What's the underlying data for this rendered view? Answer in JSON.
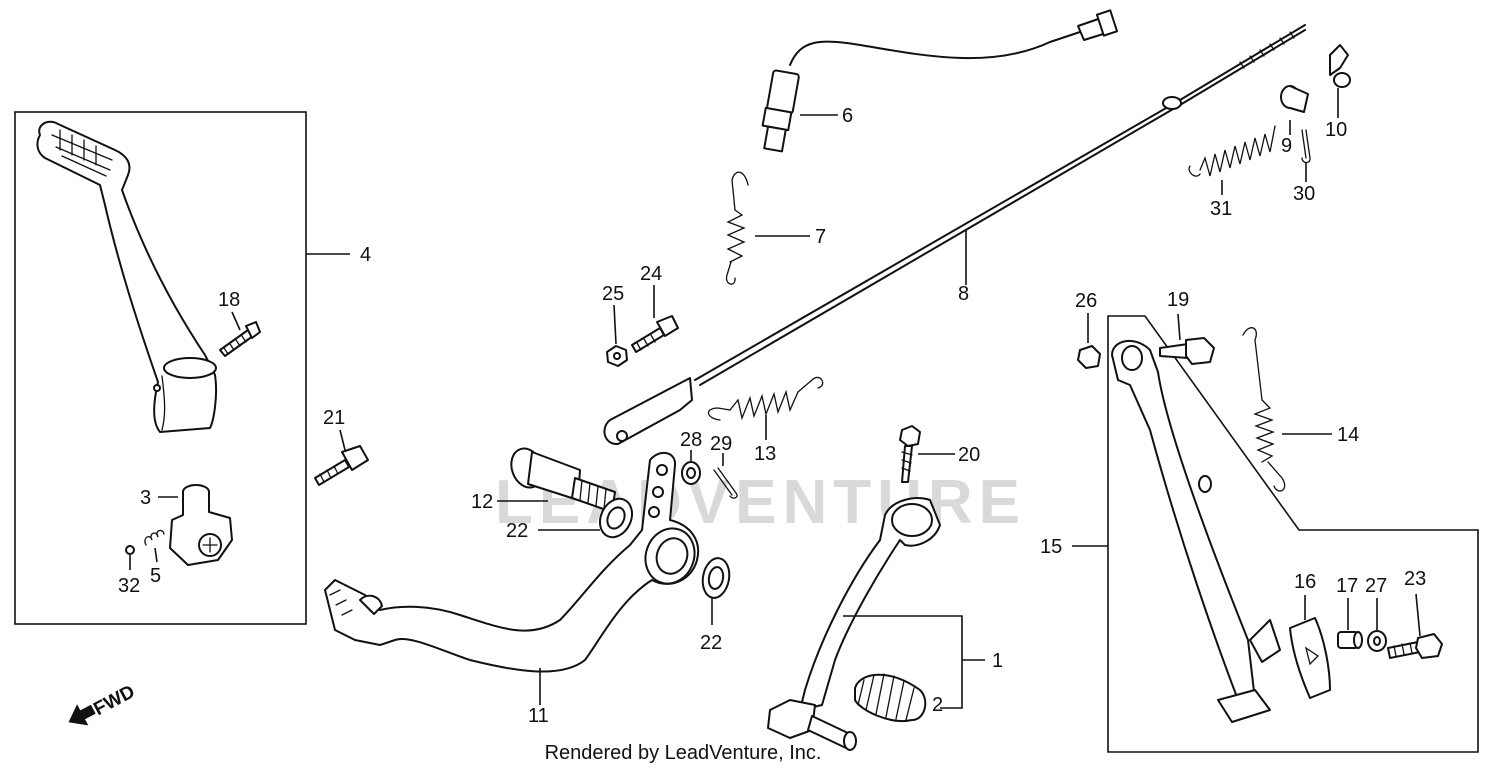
{
  "watermark": "LEADVENTURE",
  "credit": "Rendered by LeadVenture, Inc.",
  "direction_label": "FWD",
  "callouts": {
    "c1": "1",
    "c2": "2",
    "c3": "3",
    "c4": "4",
    "c5": "5",
    "c6": "6",
    "c7": "7",
    "c8": "8",
    "c9": "9",
    "c10": "10",
    "c11": "11",
    "c12": "12",
    "c13": "13",
    "c14": "14",
    "c15": "15",
    "c16": "16",
    "c17": "17",
    "c18": "18",
    "c19": "19",
    "c20": "20",
    "c21": "21",
    "c22a": "22",
    "c22b": "22",
    "c23": "23",
    "c24": "24",
    "c25": "25",
    "c26": "26",
    "c27": "27",
    "c28": "28",
    "c29": "29",
    "c30": "30",
    "c31": "31",
    "c32": "32"
  },
  "parts": [
    {
      "ref": "1",
      "name": "brake pedal (gear change / kick pedal assembly)"
    },
    {
      "ref": "2",
      "name": "pedal rubber"
    },
    {
      "ref": "3",
      "name": "kick arm joint"
    },
    {
      "ref": "4",
      "name": "kickstarter arm assembly"
    },
    {
      "ref": "5",
      "name": "spring"
    },
    {
      "ref": "6",
      "name": "switch"
    },
    {
      "ref": "7",
      "name": "spring"
    },
    {
      "ref": "8",
      "name": "rod"
    },
    {
      "ref": "9",
      "name": "joint"
    },
    {
      "ref": "10",
      "name": "nut"
    },
    {
      "ref": "11",
      "name": "brake pedal"
    },
    {
      "ref": "12",
      "name": "bolt"
    },
    {
      "ref": "13",
      "name": "spring"
    },
    {
      "ref": "14",
      "name": "spring"
    },
    {
      "ref": "15",
      "name": "side stand assembly"
    },
    {
      "ref": "16",
      "name": "rubber"
    },
    {
      "ref": "17",
      "name": "collar"
    },
    {
      "ref": "18",
      "name": "bolt"
    },
    {
      "ref": "19",
      "name": "bolt"
    },
    {
      "ref": "20",
      "name": "bolt"
    },
    {
      "ref": "21",
      "name": "bolt"
    },
    {
      "ref": "22",
      "name": "seal"
    },
    {
      "ref": "23",
      "name": "bolt"
    },
    {
      "ref": "24",
      "name": "bolt"
    },
    {
      "ref": "25",
      "name": "nut"
    },
    {
      "ref": "26",
      "name": "nut"
    },
    {
      "ref": "27",
      "name": "washer"
    },
    {
      "ref": "28",
      "name": "washer"
    },
    {
      "ref": "29",
      "name": "cotter pin"
    },
    {
      "ref": "30",
      "name": "cotter pin"
    },
    {
      "ref": "31",
      "name": "spring"
    },
    {
      "ref": "32",
      "name": "ball"
    }
  ]
}
